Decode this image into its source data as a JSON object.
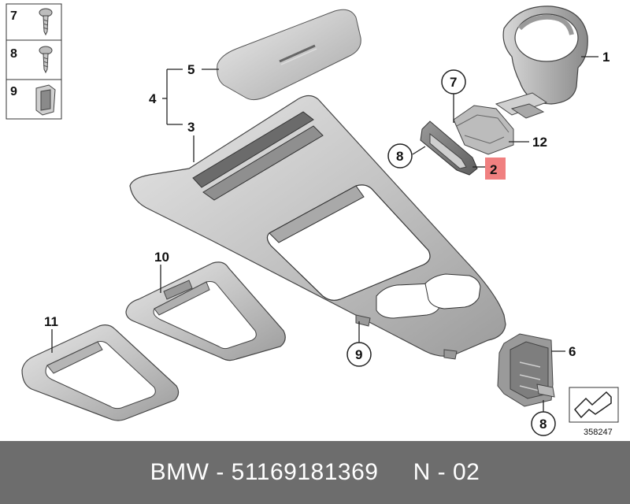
{
  "diagram": {
    "legend": [
      {
        "number": "7",
        "part": "screw-icon"
      },
      {
        "number": "8",
        "part": "screw-icon"
      },
      {
        "number": "9",
        "part": "clip-icon"
      }
    ],
    "callouts": {
      "c1": "1",
      "c2": "2",
      "c3": "3",
      "c4": "4",
      "c5": "5",
      "c6": "6",
      "c7": "7",
      "c8a": "8",
      "c8b": "8",
      "c9": "9",
      "c10": "10",
      "c11": "11",
      "c12": "12"
    },
    "highlight_color": "#f08080",
    "reference_number": "358247"
  },
  "footer": {
    "text": "BMW - 51169181369     N - 02",
    "background": "#6d6d6d"
  }
}
